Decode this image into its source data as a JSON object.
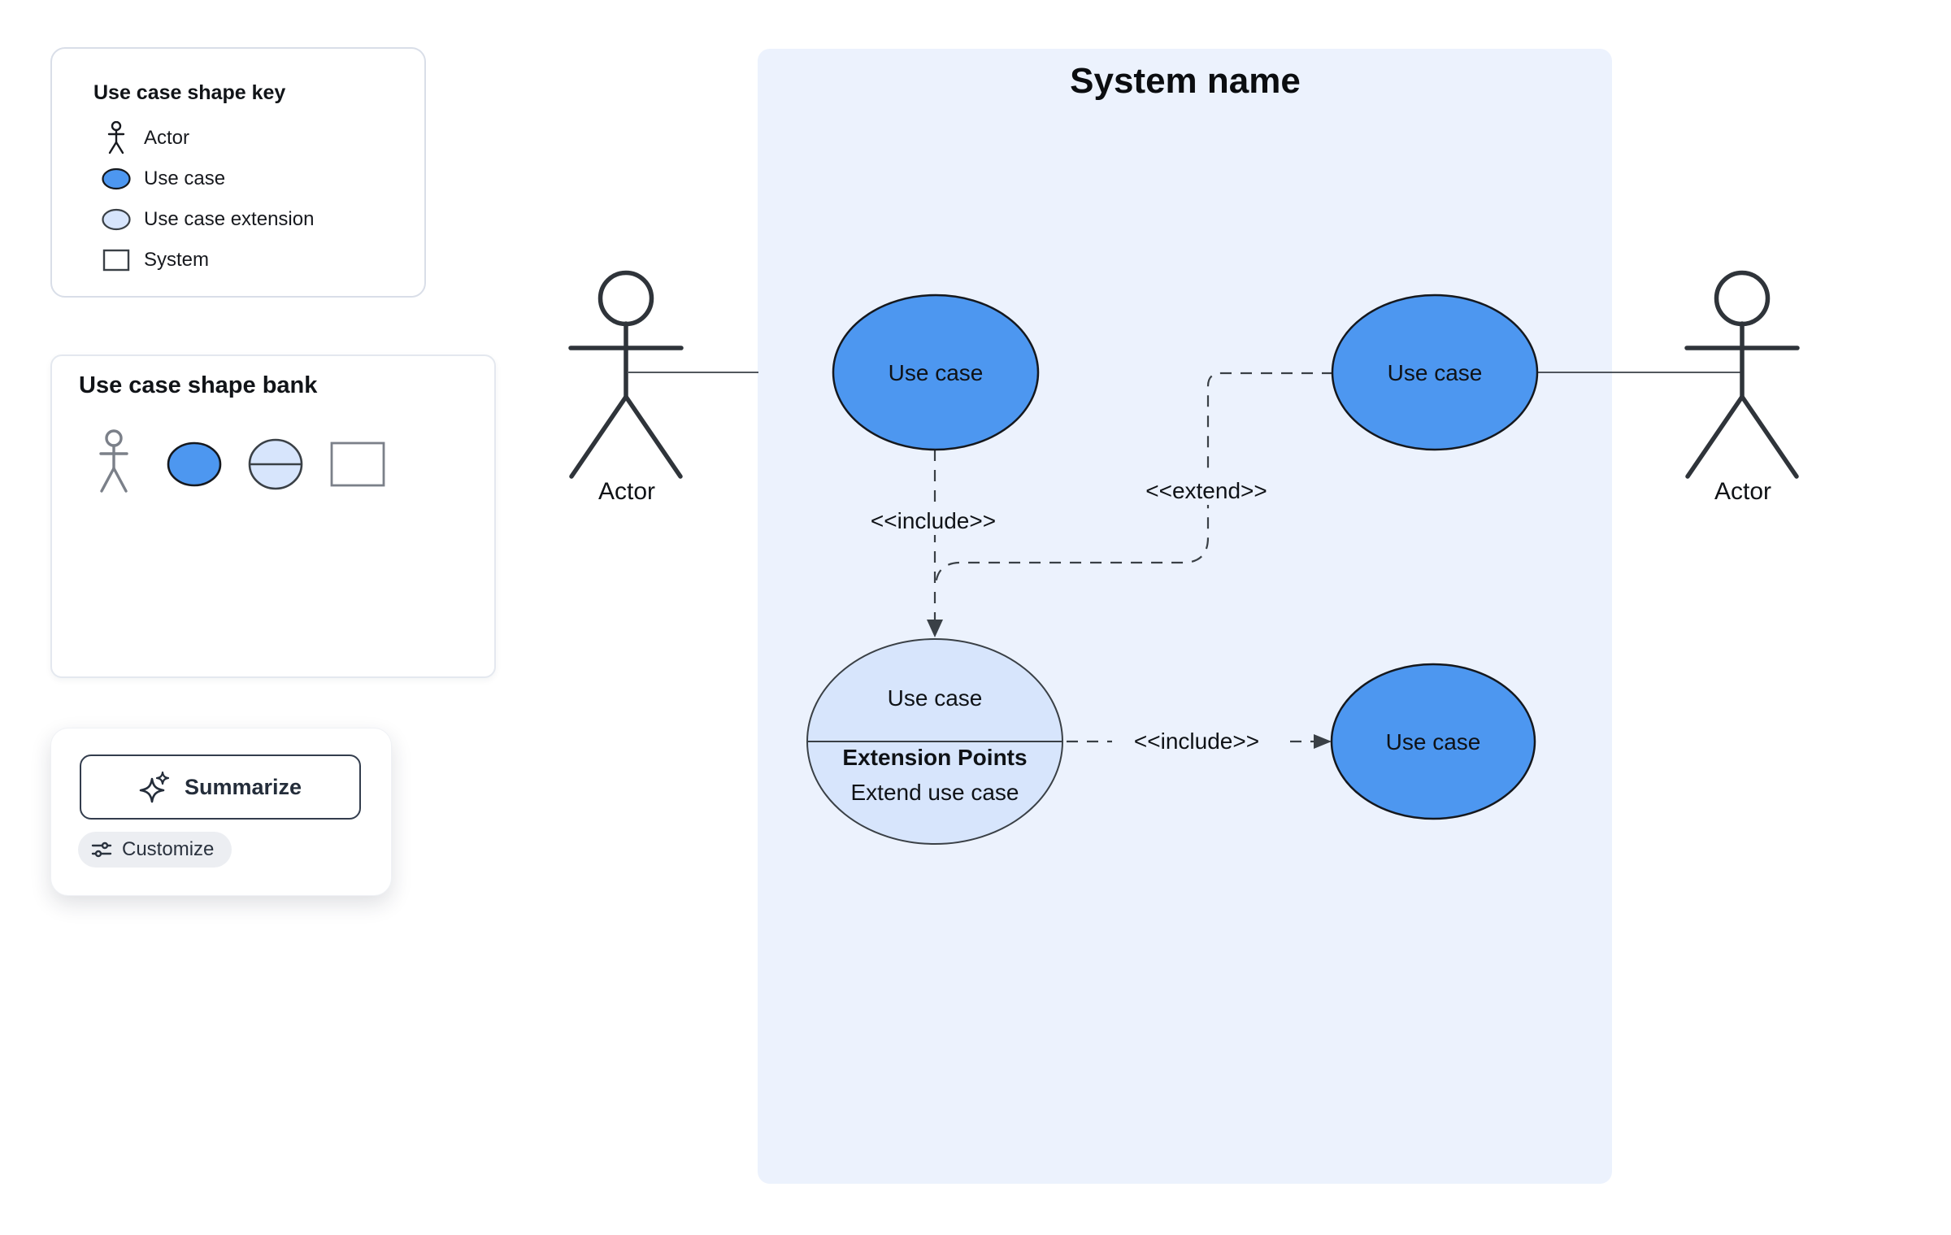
{
  "shape_key": {
    "title": "Use case shape key",
    "items": [
      {
        "label": "Actor",
        "icon": "actor-icon"
      },
      {
        "label": "Use case",
        "icon": "use-case-icon"
      },
      {
        "label": "Use case extension",
        "icon": "use-case-extension-icon"
      },
      {
        "label": "System",
        "icon": "system-icon"
      }
    ]
  },
  "shape_bank": {
    "title": "Use case shape bank",
    "shapes": [
      "actor",
      "use-case",
      "use-case-extension",
      "system"
    ]
  },
  "ai_panel": {
    "summarize_label": "Summarize",
    "customize_label": "Customize",
    "summarize_icon": "sparkle-icon",
    "customize_icon": "sliders-icon"
  },
  "diagram": {
    "system_title": "System name",
    "actor_left_label": "Actor",
    "actor_right_label": "Actor",
    "use_case_top_left": "Use case",
    "use_case_top_right": "Use case",
    "use_case_bottom_right": "Use case",
    "extension_use_case": {
      "title": "Use case",
      "section_title": "Extension Points",
      "section_item": "Extend use case"
    },
    "labels": {
      "include_vertical": "<<include>>",
      "extend": "<<extend>>",
      "include_horizontal": "<<include>>"
    }
  },
  "colors": {
    "use_case_fill": "#4D97F0",
    "extension_fill": "#D7E5FC",
    "system_fill": "#ECF2FD",
    "shape_stroke": "#15181D",
    "line_stroke": "#3A4046",
    "canvas": "#FFFFFF"
  }
}
